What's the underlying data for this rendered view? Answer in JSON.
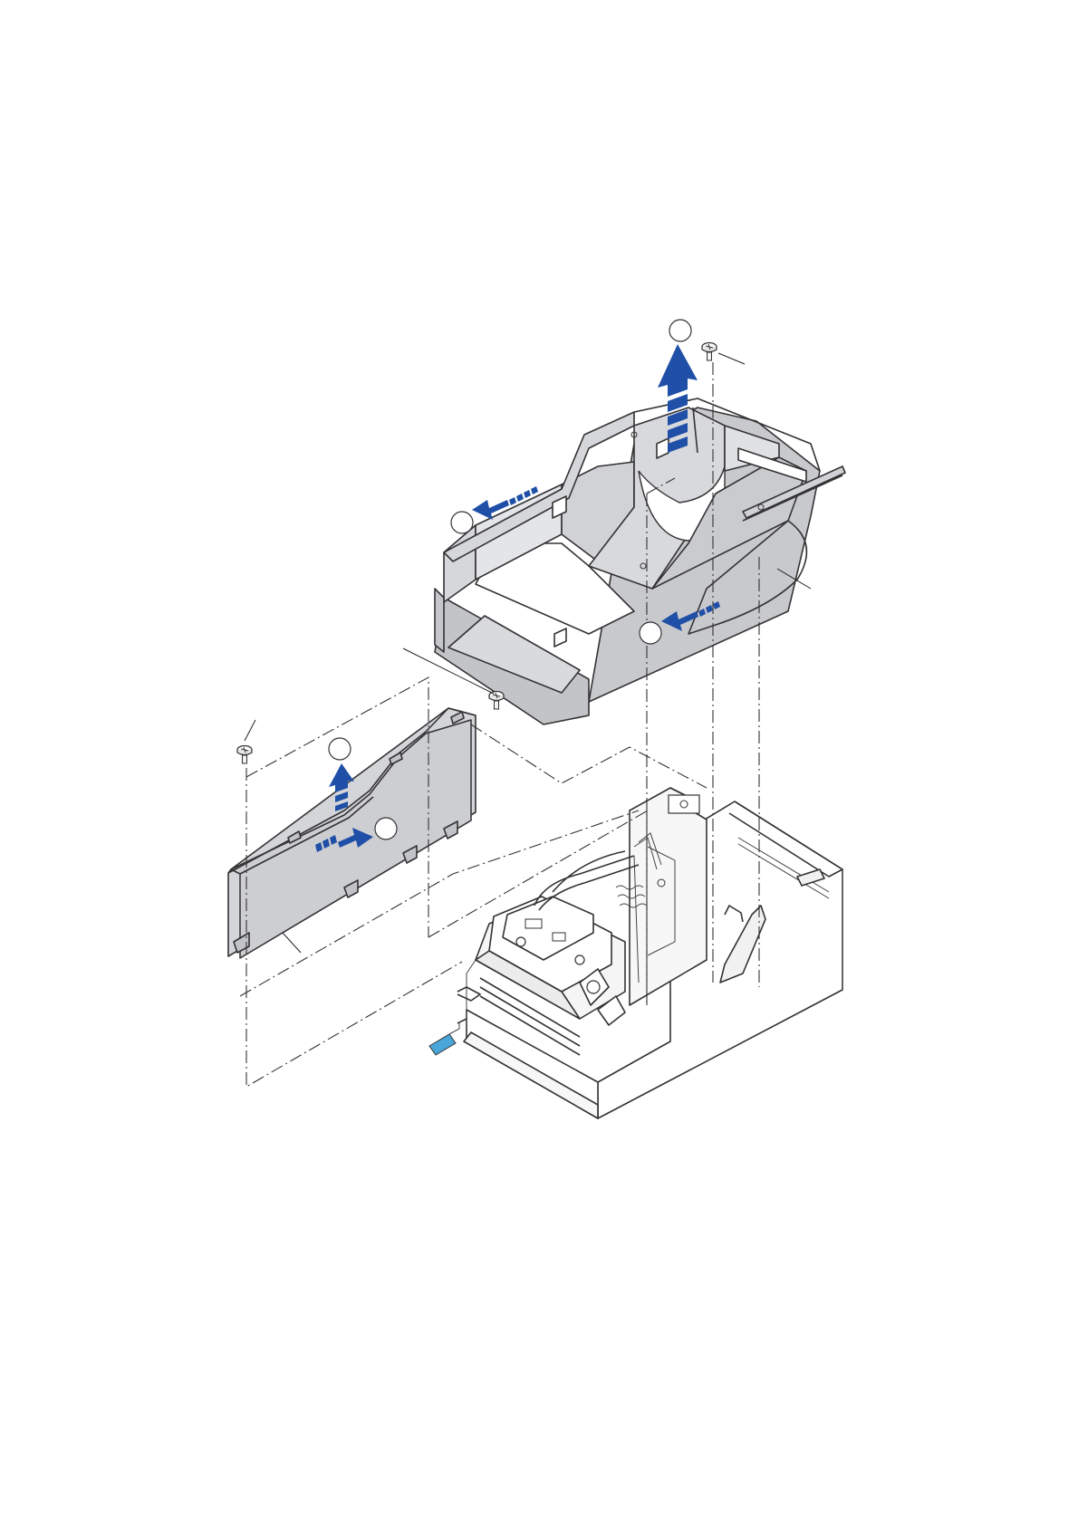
{
  "figure": {
    "colors": {
      "arrow": "#1f4fa6",
      "part_fill": "#cfd0d4",
      "part_fill_light": "#e3e4e7",
      "part_fill_dark": "#b9bbc0",
      "line": "#333333",
      "cable": "#4aa6d8"
    },
    "callouts": [
      {
        "id": "step-1-lid-slide",
        "text": ""
      },
      {
        "id": "step-2-lid-slide",
        "text": ""
      },
      {
        "id": "step-3-lid-lift",
        "text": ""
      },
      {
        "id": "step-4-panel-lift",
        "text": ""
      },
      {
        "id": "step-5-panel-slide",
        "text": ""
      }
    ],
    "arrow_directions": {
      "lid_left": "left",
      "lid_front": "left",
      "lid_up": "up",
      "panel_up": "up",
      "panel_right": "right"
    }
  }
}
